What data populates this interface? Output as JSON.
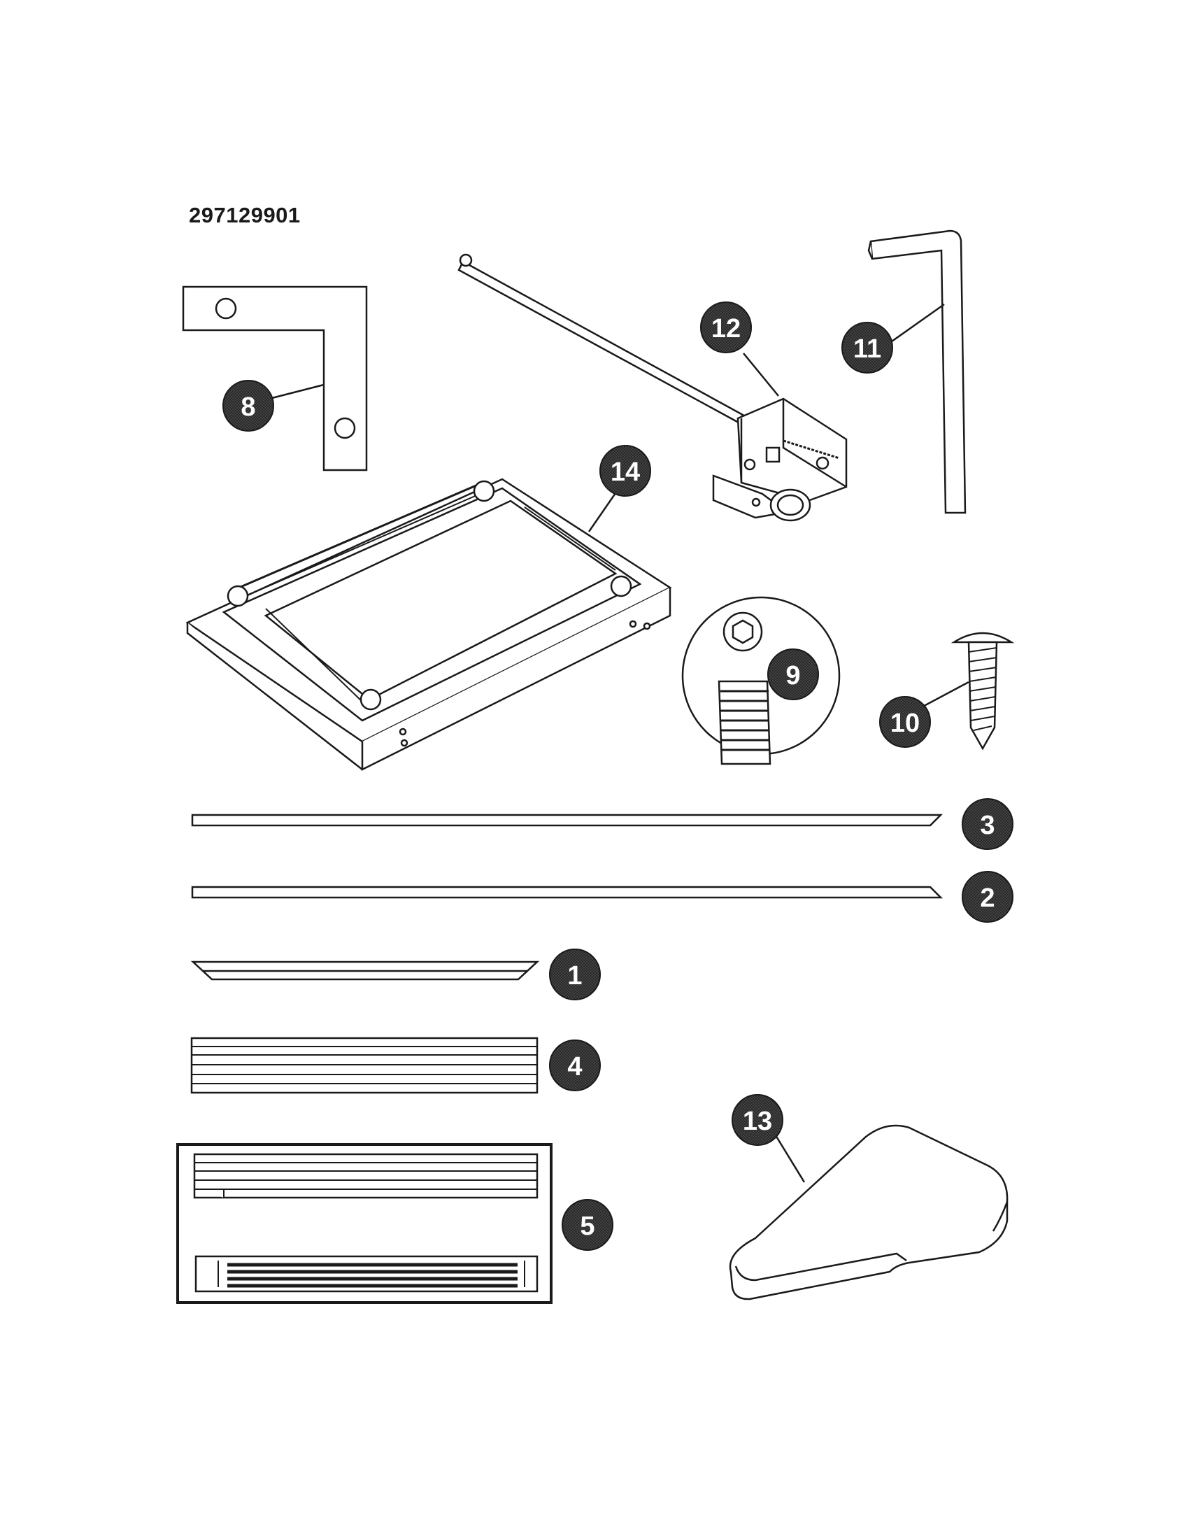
{
  "diagram": {
    "part_number": "297129901",
    "callouts": {
      "c1": "1",
      "c2": "2",
      "c3": "3",
      "c4": "4",
      "c5": "5",
      "c8": "8",
      "c9": "9",
      "c10": "10",
      "c11": "11",
      "c12": "12",
      "c13": "13",
      "c14": "14"
    },
    "colors": {
      "line": "#1a1a1a",
      "callout_fill": "#2a2a2a",
      "callout_text": "#ffffff",
      "background": "#ffffff"
    }
  }
}
